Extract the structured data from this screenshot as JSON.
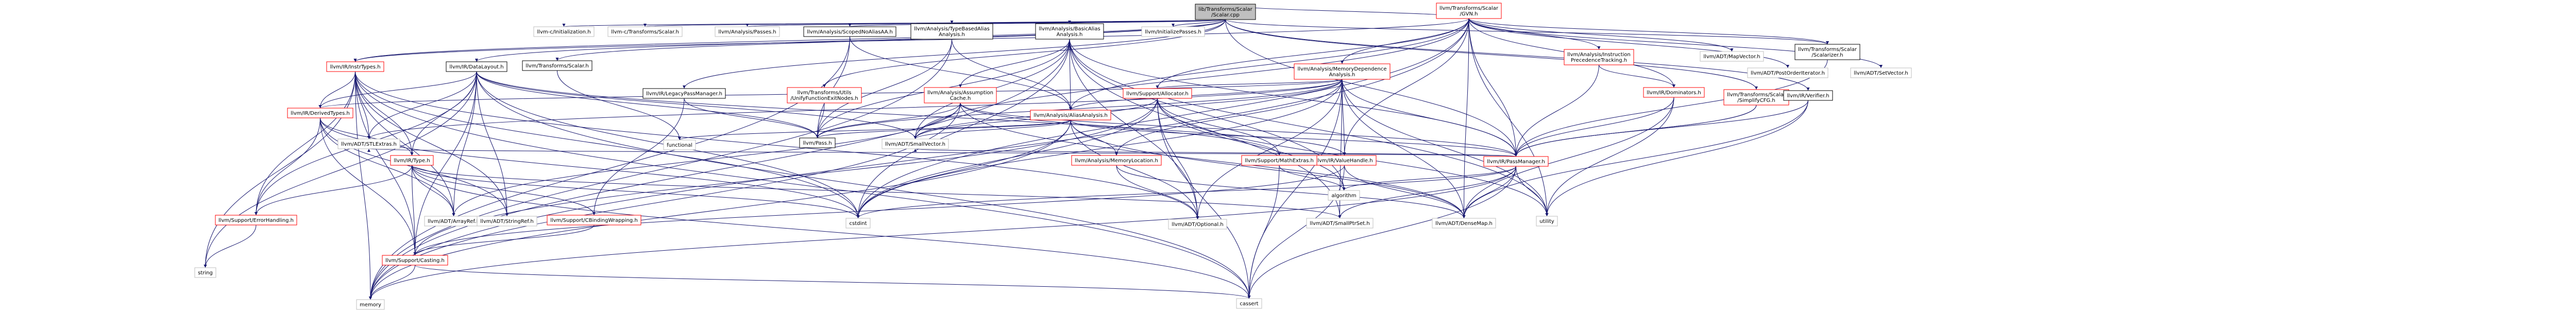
{
  "colors": {
    "root_fill": "#bfbfbf",
    "node_fill": "#ffffff",
    "black": "#000000",
    "red": "#ff0000",
    "grey": "#bfbfbf",
    "edge": "#191970"
  },
  "nodes": [
    {
      "id": "root",
      "lines": [
        "lib/Transforms/Scalar",
        "/Scalar.cpp"
      ],
      "border": "black",
      "fill": "grey"
    },
    {
      "id": "c_init",
      "lines": [
        "llvm-c/Initialization.h"
      ],
      "border": "grey"
    },
    {
      "id": "c_scalar",
      "lines": [
        "llvm-c/Transforms/Scalar.h"
      ],
      "border": "grey"
    },
    {
      "id": "a_passes",
      "lines": [
        "llvm/Analysis/Passes.h"
      ],
      "border": "grey"
    },
    {
      "id": "scoped_noalias",
      "lines": [
        "llvm/Analysis/ScopedNoAliasAA.h"
      ],
      "border": "black"
    },
    {
      "id": "tbaa",
      "lines": [
        "llvm/Analysis/TypeBasedAlias",
        "Analysis.h"
      ],
      "border": "black"
    },
    {
      "id": "basic_aa",
      "lines": [
        "llvm/Analysis/BasicAlias",
        "Analysis.h"
      ],
      "border": "black"
    },
    {
      "id": "init_passes",
      "lines": [
        "llvm/InitializePasses.h"
      ],
      "border": "grey"
    },
    {
      "id": "gvn",
      "lines": [
        "llvm/Transforms/Scalar",
        "/GVN.h"
      ],
      "border": "red"
    },
    {
      "id": "scalarizer",
      "lines": [
        "llvm/Transforms/Scalar",
        "/Scalarizer.h"
      ],
      "border": "black"
    },
    {
      "id": "ir_passmanager",
      "lines": [
        "llvm/IR/PassManager.h"
      ],
      "border": "red"
    },
    {
      "id": "simplifycfg",
      "lines": [
        "llvm/Transforms/Scalar",
        "/SimplifyCFG.h"
      ],
      "border": "red"
    },
    {
      "id": "utils_unify",
      "lines": [
        "llvm/Transforms/Utils",
        "/UnifyFunctionExitNodes.h"
      ],
      "border": "red"
    },
    {
      "id": "verifier",
      "lines": [
        "llvm/IR/Verifier.h"
      ],
      "border": "black"
    },
    {
      "id": "legacy_pm",
      "lines": [
        "llvm/IR/LegacyPassManager.h"
      ],
      "border": "black"
    },
    {
      "id": "t_scalar",
      "lines": [
        "llvm/Transforms/Scalar.h"
      ],
      "border": "black"
    },
    {
      "id": "ir_datalayout",
      "lines": [
        "llvm/IR/DataLayout.h"
      ],
      "border": "black"
    },
    {
      "id": "ir_insttypes",
      "lines": [
        "llvm/IR/InstrTypes.h"
      ],
      "border": "red"
    },
    {
      "id": "ir_derivedtypes",
      "lines": [
        "llvm/IR/DerivedTypes.h"
      ],
      "border": "red"
    },
    {
      "id": "ir_type",
      "lines": [
        "llvm/IR/Type.h"
      ],
      "border": "red"
    },
    {
      "id": "pass_h",
      "lines": [
        "llvm/Pass.h"
      ],
      "border": "black"
    },
    {
      "id": "functional",
      "lines": [
        "functional"
      ],
      "border": "grey"
    },
    {
      "id": "aa",
      "lines": [
        "llvm/Analysis/AliasAnalysis.h"
      ],
      "border": "red"
    },
    {
      "id": "ac",
      "lines": [
        "llvm/Analysis/Assumption",
        "Cache.h"
      ],
      "border": "red"
    },
    {
      "id": "memdep",
      "lines": [
        "llvm/Analysis/MemoryDependence",
        "Analysis.h"
      ],
      "border": "red"
    },
    {
      "id": "ipt",
      "lines": [
        "llvm/Analysis/Instruction",
        "PrecedenceTracking.h"
      ],
      "border": "red"
    },
    {
      "id": "dominators",
      "lines": [
        "llvm/IR/Dominators.h"
      ],
      "border": "red"
    },
    {
      "id": "allocator",
      "lines": [
        "llvm/Support/Allocator.h"
      ],
      "border": "red"
    },
    {
      "id": "adt_mapvector",
      "lines": [
        "llvm/ADT/MapVector.h"
      ],
      "border": "grey"
    },
    {
      "id": "adt_postorder",
      "lines": [
        "llvm/ADT/PostOrderIterator.h"
      ],
      "border": "grey"
    },
    {
      "id": "adt_setvector",
      "lines": [
        "llvm/ADT/SetVector.h"
      ],
      "border": "grey"
    },
    {
      "id": "adt_stlextras",
      "lines": [
        "llvm/ADT/STLExtras.h"
      ],
      "border": "grey"
    },
    {
      "id": "adt_smallvector",
      "lines": [
        "llvm/ADT/SmallVector.h"
      ],
      "border": "grey"
    },
    {
      "id": "memloc",
      "lines": [
        "llvm/Analysis/MemoryLocation.h"
      ],
      "border": "red"
    },
    {
      "id": "valuehandle",
      "lines": [
        "llvm/IR/ValueHandle.h"
      ],
      "border": "red"
    },
    {
      "id": "mathextras",
      "lines": [
        "llvm/Support/MathExtras.h"
      ],
      "border": "red"
    },
    {
      "id": "casting",
      "lines": [
        "llvm/Support/Casting.h"
      ],
      "border": "red"
    },
    {
      "id": "errorhandling",
      "lines": [
        "llvm/Support/ErrorHandling.h"
      ],
      "border": "red"
    },
    {
      "id": "cbinding",
      "lines": [
        "llvm/Support/CBindingWrapping.h"
      ],
      "border": "red"
    },
    {
      "id": "adt_arrayref",
      "lines": [
        "llvm/ADT/ArrayRef.h"
      ],
      "border": "grey"
    },
    {
      "id": "adt_stringref",
      "lines": [
        "llvm/ADT/StringRef.h"
      ],
      "border": "grey"
    },
    {
      "id": "adt_optional",
      "lines": [
        "llvm/ADT/Optional.h"
      ],
      "border": "grey"
    },
    {
      "id": "adt_smallptrset",
      "lines": [
        "llvm/ADT/SmallPtrSet.h"
      ],
      "border": "grey"
    },
    {
      "id": "adt_densemap",
      "lines": [
        "llvm/ADT/DenseMap.h"
      ],
      "border": "grey"
    },
    {
      "id": "cstdint",
      "lines": [
        "cstdint"
      ],
      "border": "grey"
    },
    {
      "id": "algorithm",
      "lines": [
        "algorithm"
      ],
      "border": "grey"
    },
    {
      "id": "utility",
      "lines": [
        "utility"
      ],
      "border": "grey"
    },
    {
      "id": "string",
      "lines": [
        "string"
      ],
      "border": "grey"
    },
    {
      "id": "memory",
      "lines": [
        "memory"
      ],
      "border": "grey"
    },
    {
      "id": "cassert",
      "lines": [
        "cassert"
      ],
      "border": "grey"
    }
  ],
  "edges": [
    [
      "root",
      "c_init"
    ],
    [
      "root",
      "c_scalar"
    ],
    [
      "root",
      "a_passes"
    ],
    [
      "root",
      "scoped_noalias"
    ],
    [
      "root",
      "tbaa"
    ],
    [
      "root",
      "basic_aa"
    ],
    [
      "root",
      "init_passes"
    ],
    [
      "root",
      "gvn"
    ],
    [
      "root",
      "scalarizer"
    ],
    [
      "root",
      "ir_passmanager"
    ],
    [
      "root",
      "simplifycfg"
    ],
    [
      "root",
      "utils_unify"
    ],
    [
      "root",
      "verifier"
    ],
    [
      "root",
      "legacy_pm"
    ],
    [
      "root",
      "t_scalar"
    ],
    [
      "root",
      "ir_datalayout"
    ],
    [
      "root",
      "ir_insttypes"
    ],
    [
      "scoped_noalias",
      "aa"
    ],
    [
      "scoped_noalias",
      "pass_h"
    ],
    [
      "scoped_noalias",
      "memory"
    ],
    [
      "tbaa",
      "aa"
    ],
    [
      "tbaa",
      "pass_h"
    ],
    [
      "tbaa",
      "memory"
    ],
    [
      "basic_aa",
      "aa"
    ],
    [
      "basic_aa",
      "ac"
    ],
    [
      "basic_aa",
      "adt_smallptrset"
    ],
    [
      "basic_aa",
      "adt_smallvector"
    ],
    [
      "basic_aa",
      "ir_passmanager"
    ],
    [
      "basic_aa",
      "pass_h"
    ],
    [
      "basic_aa",
      "algorithm"
    ],
    [
      "basic_aa",
      "cstdint"
    ],
    [
      "basic_aa",
      "memory"
    ],
    [
      "basic_aa",
      "utility"
    ],
    [
      "basic_aa",
      "adt_optional"
    ],
    [
      "gvn",
      "adt_densemap"
    ],
    [
      "gvn",
      "adt_mapvector"
    ],
    [
      "gvn",
      "adt_postorder"
    ],
    [
      "gvn",
      "adt_setvector"
    ],
    [
      "gvn",
      "adt_smallvector"
    ],
    [
      "gvn",
      "aa"
    ],
    [
      "gvn",
      "memdep"
    ],
    [
      "gvn",
      "ipt"
    ],
    [
      "gvn",
      "dominators"
    ],
    [
      "gvn",
      "ir_insttypes"
    ],
    [
      "gvn",
      "ir_passmanager"
    ],
    [
      "gvn",
      "valuehandle"
    ],
    [
      "gvn",
      "allocator"
    ],
    [
      "gvn",
      "cstdint"
    ],
    [
      "gvn",
      "utility"
    ],
    [
      "gvn",
      "memory"
    ],
    [
      "gvn",
      "scalarizer"
    ],
    [
      "scalarizer",
      "ir_passmanager"
    ],
    [
      "simplifycfg",
      "ir_passmanager"
    ],
    [
      "simplifycfg",
      "ir_passmanager"
    ],
    [
      "utils_unify",
      "pass_h"
    ],
    [
      "verifier",
      "ir_passmanager"
    ],
    [
      "verifier",
      "utility"
    ],
    [
      "verifier",
      "adt_densemap"
    ],
    [
      "legacy_pm",
      "pass_h"
    ],
    [
      "legacy_pm",
      "cbinding"
    ],
    [
      "t_scalar",
      "functional"
    ],
    [
      "ir_datalayout",
      "adt_arrayref"
    ],
    [
      "ir_datalayout",
      "adt_stlextras"
    ],
    [
      "ir_datalayout",
      "adt_smallvector"
    ],
    [
      "ir_datalayout",
      "adt_stringref"
    ],
    [
      "ir_datalayout",
      "ir_derivedtypes"
    ],
    [
      "ir_datalayout",
      "ir_type"
    ],
    [
      "ir_datalayout",
      "pass_h"
    ],
    [
      "ir_datalayout",
      "casting"
    ],
    [
      "ir_datalayout",
      "errorhandling"
    ],
    [
      "ir_datalayout",
      "mathextras"
    ],
    [
      "ir_datalayout",
      "cassert"
    ],
    [
      "ir_datalayout",
      "cstdint"
    ],
    [
      "ir_datalayout",
      "string"
    ],
    [
      "ir_insttypes",
      "adt_arrayref"
    ],
    [
      "ir_insttypes",
      "adt_stlextras"
    ],
    [
      "ir_insttypes",
      "adt_stringref"
    ],
    [
      "ir_insttypes",
      "adt_optional"
    ],
    [
      "ir_insttypes",
      "ir_derivedtypes"
    ],
    [
      "ir_insttypes",
      "ir_type"
    ],
    [
      "ir_insttypes",
      "casting"
    ],
    [
      "ir_insttypes",
      "errorhandling"
    ],
    [
      "ir_insttypes",
      "cassert"
    ],
    [
      "ir_insttypes",
      "cstdint"
    ],
    [
      "ir_insttypes",
      "string"
    ],
    [
      "ir_insttypes",
      "memory"
    ],
    [
      "ir_derivedtypes",
      "adt_arrayref"
    ],
    [
      "ir_derivedtypes",
      "adt_stringref"
    ],
    [
      "ir_derivedtypes",
      "ir_type"
    ],
    [
      "ir_derivedtypes",
      "casting"
    ],
    [
      "ir_derivedtypes",
      "cstdint"
    ],
    [
      "ir_derivedtypes",
      "errorhandling"
    ],
    [
      "ir_type",
      "adt_arrayref"
    ],
    [
      "ir_type",
      "cbinding"
    ],
    [
      "ir_type",
      "casting"
    ],
    [
      "ir_type",
      "errorhandling"
    ],
    [
      "ir_type",
      "cassert"
    ],
    [
      "ir_type",
      "cstdint"
    ],
    [
      "ir_type",
      "adt_smallptrset"
    ],
    [
      "aa",
      "adt_densemap"
    ],
    [
      "aa",
      "adt_optional"
    ],
    [
      "aa",
      "adt_smallvector"
    ],
    [
      "aa",
      "memloc"
    ],
    [
      "aa",
      "ir_passmanager"
    ],
    [
      "aa",
      "pass_h"
    ],
    [
      "aa",
      "cstdint"
    ],
    [
      "aa",
      "functional"
    ],
    [
      "aa",
      "memory"
    ],
    [
      "ac",
      "adt_arrayref"
    ],
    [
      "ac",
      "adt_densemap"
    ],
    [
      "ac",
      "adt_smallvector"
    ],
    [
      "ac",
      "ir_passmanager"
    ],
    [
      "ac",
      "valuehandle"
    ],
    [
      "ac",
      "pass_h"
    ],
    [
      "ac",
      "memory"
    ],
    [
      "memdep",
      "adt_densemap"
    ],
    [
      "memdep",
      "adt_optional"
    ],
    [
      "memdep",
      "adt_smallptrset"
    ],
    [
      "memdep",
      "adt_smallvector"
    ],
    [
      "memdep",
      "aa"
    ],
    [
      "memdep",
      "memloc"
    ],
    [
      "memdep",
      "ir_passmanager"
    ],
    [
      "memdep",
      "valuehandle"
    ],
    [
      "memdep",
      "pass_h"
    ],
    [
      "memdep",
      "cassert"
    ],
    [
      "memdep",
      "cstdint"
    ],
    [
      "memdep",
      "utility"
    ],
    [
      "memdep",
      "allocator"
    ],
    [
      "memdep",
      "adt_stlextras"
    ],
    [
      "memdep",
      "ir_derivedtypes"
    ],
    [
      "ipt",
      "dominators"
    ],
    [
      "ipt",
      "ir_passmanager"
    ],
    [
      "dominators",
      "ir_passmanager"
    ],
    [
      "dominators",
      "utility"
    ],
    [
      "dominators",
      "adt_densemap"
    ],
    [
      "allocator",
      "adt_optional"
    ],
    [
      "allocator",
      "adt_smallvector"
    ],
    [
      "allocator",
      "mathextras"
    ],
    [
      "allocator",
      "algorithm"
    ],
    [
      "allocator",
      "cassert"
    ],
    [
      "allocator",
      "cstdint"
    ],
    [
      "allocator",
      "utility"
    ],
    [
      "allocator",
      "casting"
    ],
    [
      "memloc",
      "adt_densemap"
    ],
    [
      "memloc",
      "adt_optional"
    ],
    [
      "valuehandle",
      "adt_densemap"
    ],
    [
      "valuehandle",
      "casting"
    ],
    [
      "valuehandle",
      "cassert"
    ],
    [
      "mathextras",
      "algorithm"
    ],
    [
      "mathextras",
      "cassert"
    ],
    [
      "ir_passmanager",
      "adt_densemap"
    ],
    [
      "ir_passmanager",
      "adt_smallptrset"
    ],
    [
      "ir_passmanager",
      "adt_smallvector"
    ],
    [
      "ir_passmanager",
      "adt_stlextras"
    ],
    [
      "ir_passmanager",
      "utility"
    ],
    [
      "ir_passmanager",
      "cassert"
    ],
    [
      "ir_passmanager",
      "cstdint"
    ],
    [
      "ir_passmanager",
      "memory"
    ],
    [
      "ir_passmanager",
      "algorithm"
    ],
    [
      "cbinding",
      "casting"
    ],
    [
      "errorhandling",
      "string"
    ],
    [
      "casting",
      "memory"
    ],
    [
      "casting",
      "cassert"
    ]
  ]
}
